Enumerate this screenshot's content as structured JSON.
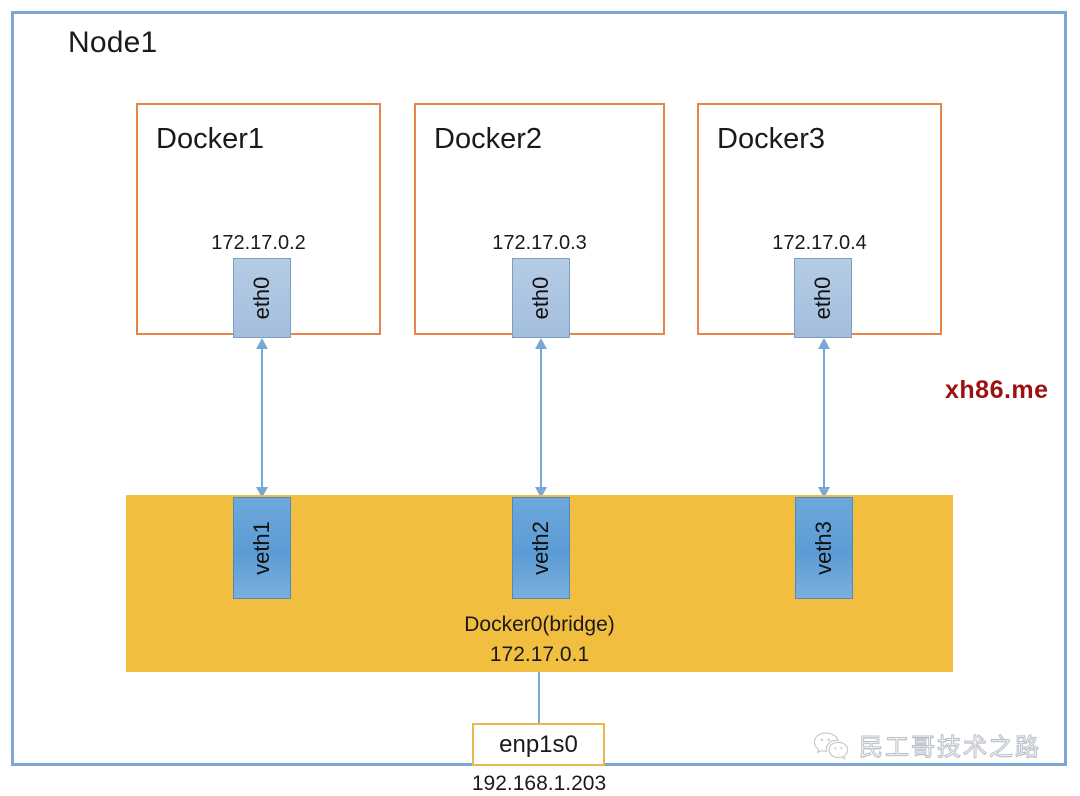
{
  "node": {
    "title": "Node1",
    "border_color": "#7ba7d7"
  },
  "containers": [
    {
      "name": "Docker1",
      "ip": "172.17.0.2",
      "interface": "eth0",
      "border_color": "#e8834a",
      "interface_color": "#a8c4e0"
    },
    {
      "name": "Docker2",
      "ip": "172.17.0.3",
      "interface": "eth0",
      "border_color": "#e8834a",
      "interface_color": "#a8c4e0"
    },
    {
      "name": "Docker3",
      "ip": "172.17.0.4",
      "interface": "eth0",
      "border_color": "#e8834a",
      "interface_color": "#a8c4e0"
    }
  ],
  "bridge": {
    "name": "Docker0(bridge)",
    "ip": "172.17.0.1",
    "color": "#f2be40",
    "veths": [
      {
        "label": "veth1",
        "color": "#5b9bd5"
      },
      {
        "label": "veth2",
        "color": "#5b9bd5"
      },
      {
        "label": "veth3",
        "color": "#5b9bd5"
      }
    ]
  },
  "uplink": {
    "interface": "enp1s0",
    "ip": "192.168.1.203",
    "border_color": "#e8b94a"
  },
  "watermarks": {
    "site": "xh86.me",
    "site_color": "#9b1111",
    "wechat_text": "民工哥技术之路",
    "wechat_icon": "wechat-icon"
  }
}
